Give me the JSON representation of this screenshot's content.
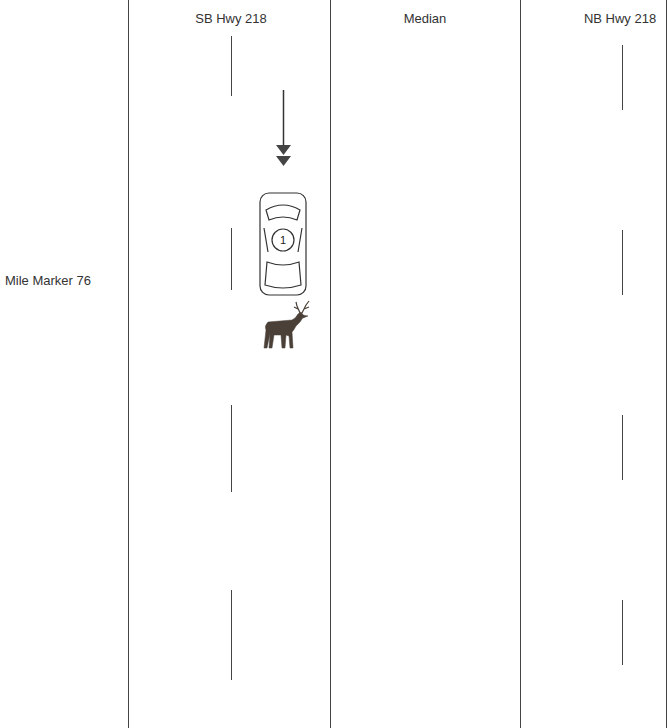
{
  "diagram": {
    "nodes": [
      {
        "text": [
          "1"
        ]
      }
    ],
    "labels": [
      "SB Hwy 218",
      "Median",
      "NB Hwy 218",
      "Mile Marker 76"
    ]
  }
}
